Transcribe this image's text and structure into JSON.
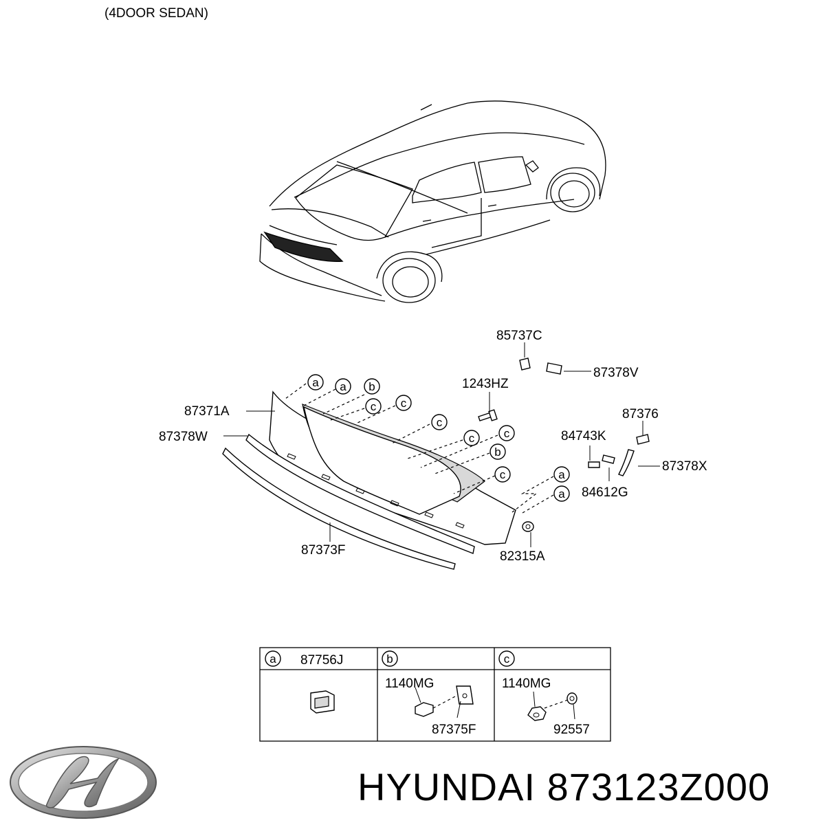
{
  "header": {
    "variant": "(4DOOR SEDAN)"
  },
  "callouts": {
    "c85737c": "85737C",
    "c87378v": "87378V",
    "c1243hz": "1243HZ",
    "c87371a": "87371A",
    "c87378w": "87378W",
    "c87376": "87376",
    "c84743k": "84743K",
    "c87378x": "87378X",
    "c84612g": "84612G",
    "c87373f": "87373F",
    "c82315a": "82315A"
  },
  "markers": {
    "a": "a",
    "b": "b",
    "c": "c"
  },
  "legend_table": {
    "col_a": {
      "marker": "a",
      "part": "87756J"
    },
    "col_b": {
      "marker": "b",
      "label_top": "1140MG",
      "label_bottom": "87375F"
    },
    "col_c": {
      "marker": "c",
      "label_top": "1140MG",
      "label_bottom": "92557"
    }
  },
  "footer": {
    "brand": "HYUNDAI",
    "part_number": "873123Z000"
  },
  "logo": {
    "icon": "hyundai-logo-icon",
    "color": "#9a9a9a"
  }
}
